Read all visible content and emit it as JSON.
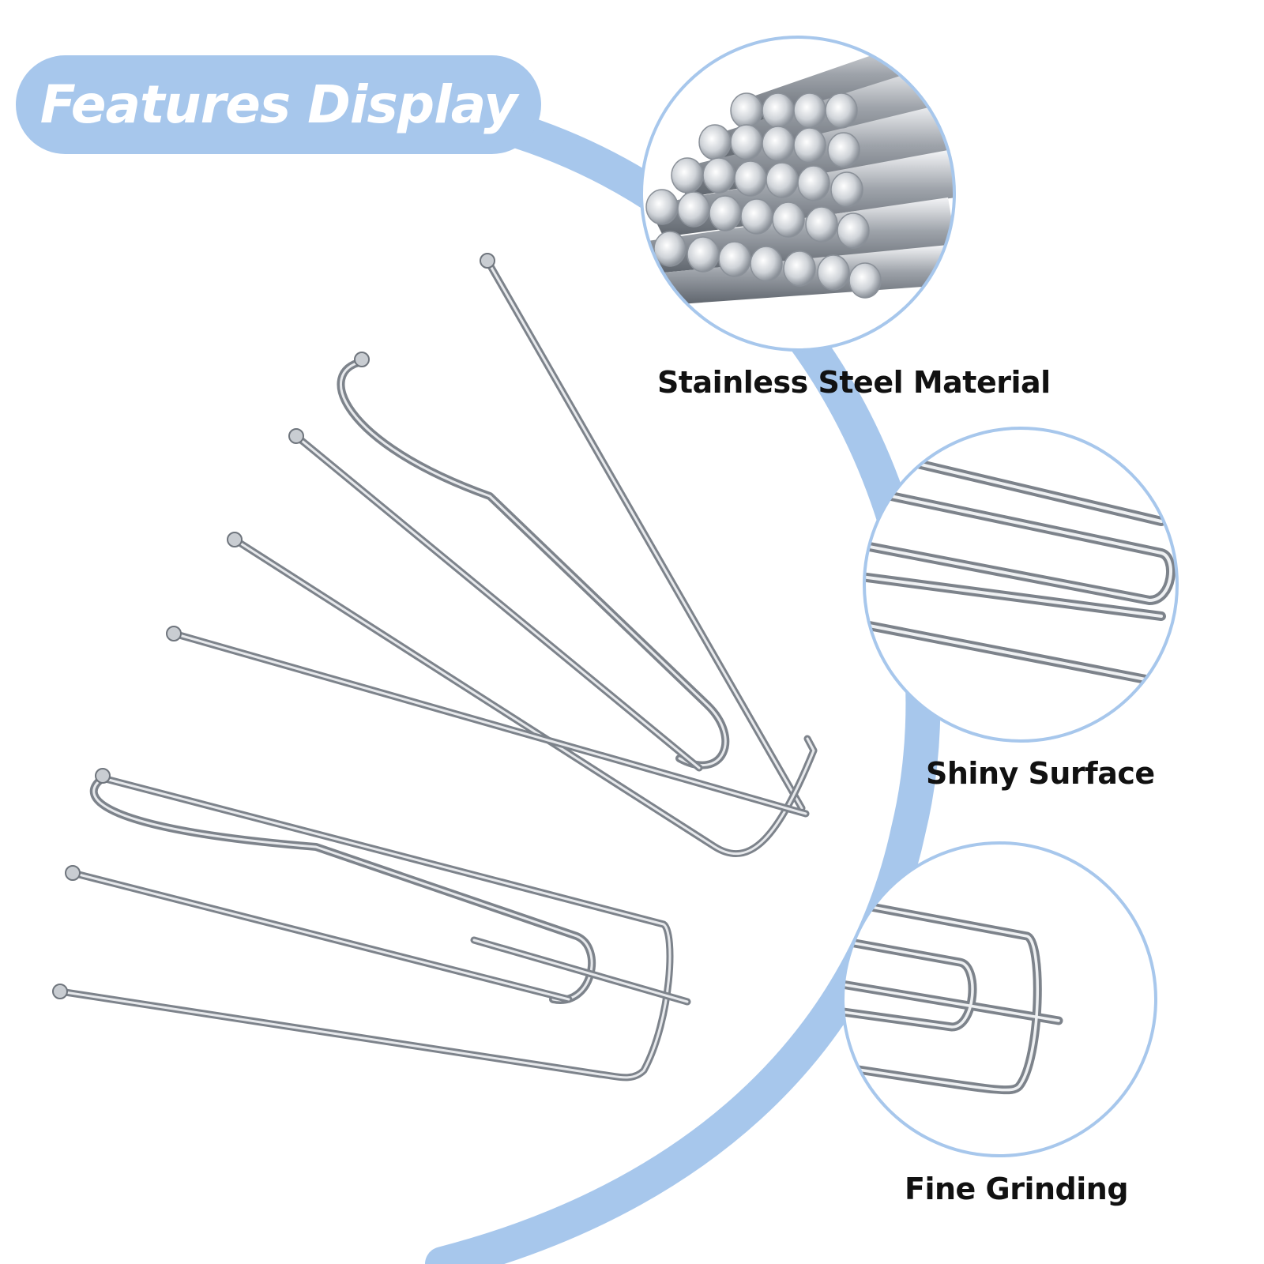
{
  "colors": {
    "accent": "#a7c7ec",
    "steel_light": "#e9ebee",
    "steel_mid": "#b9bdc3",
    "steel_dark": "#7a8089"
  },
  "title": "Features Display",
  "features": [
    {
      "label": "Stainless Steel Material",
      "icon": "steel-rods-bundle"
    },
    {
      "label": "Shiny Surface",
      "icon": "hook-closeup"
    },
    {
      "label": "Fine Grinding",
      "icon": "hook-tip-closeup"
    }
  ]
}
